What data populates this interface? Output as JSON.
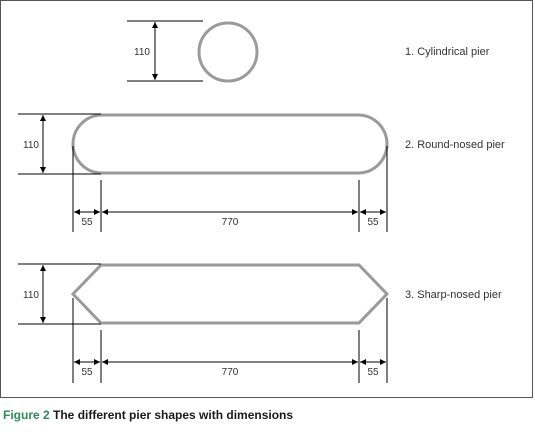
{
  "labels": {
    "cyl_dim": "110",
    "cyl_name": "1.   Cylindrical pier",
    "round_dim_h": "110",
    "round_dim_left": "55",
    "round_dim_mid": "770",
    "round_dim_right": "55",
    "round_name": "2.   Round-nosed pier",
    "sharp_dim_h": "110",
    "sharp_dim_left": "55",
    "sharp_dim_mid": "770",
    "sharp_dim_right": "55",
    "sharp_name": "3.   Sharp-nosed pier"
  },
  "caption": {
    "number": "Figure 2",
    "text": " The different pier shapes with dimensions"
  },
  "colors": {
    "shape_stroke": "#9a9a9a",
    "line": "#000000",
    "caption_accent": "#2e8a57"
  }
}
